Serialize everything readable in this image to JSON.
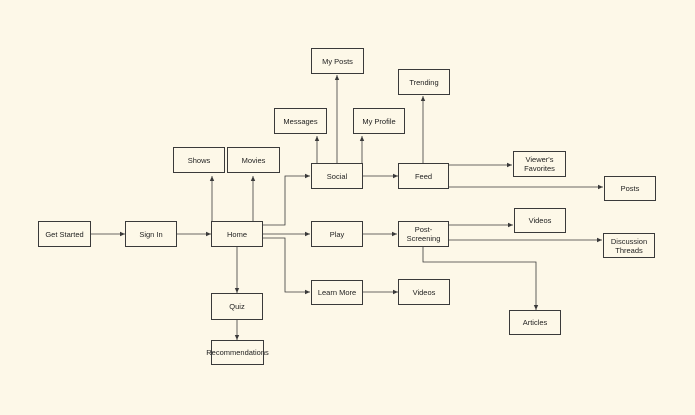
{
  "diagram": {
    "nodes": {
      "get_started": "Get Started",
      "sign_in": "Sign In",
      "home": "Home",
      "shows": "Shows",
      "movies": "Movies",
      "social": "Social",
      "my_posts": "My Posts",
      "messages": "Messages",
      "my_profile": "My Profile",
      "feed": "Feed",
      "trending": "Trending",
      "viewers_favorites": "Viewer's Favorites",
      "posts": "Posts",
      "play": "Play",
      "post_screening": "Post-Screening",
      "videos_post": "Videos",
      "discussion_threads": "Discussion Threads",
      "articles": "Articles",
      "learn_more": "Learn More",
      "videos_learn": "Videos",
      "quiz": "Quiz",
      "recommendations": "Recommendations"
    },
    "colors": {
      "background": "#fdf8e8",
      "line": "#3a3a3a"
    }
  }
}
